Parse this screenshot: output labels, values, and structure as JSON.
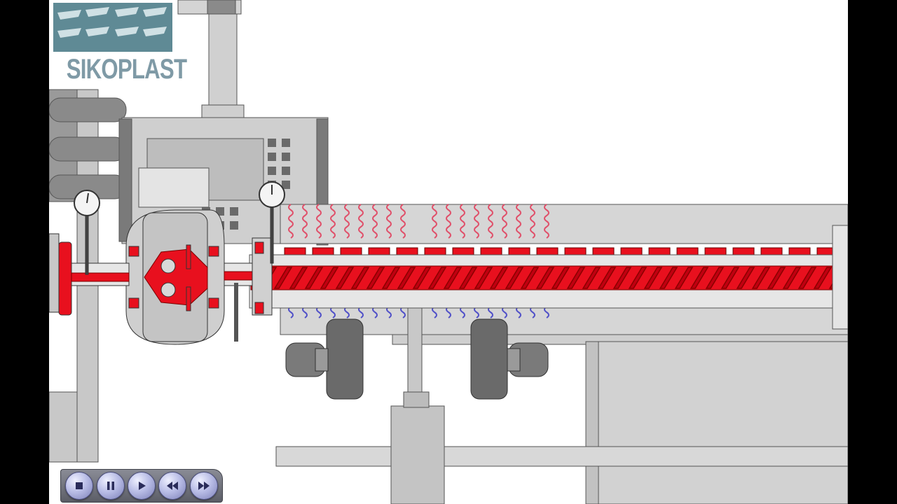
{
  "app": {
    "logo_text": "SIKOPLAST"
  },
  "colors": {
    "melt": "#e8101e",
    "machine_gray": "#d0d0d0",
    "dark_gray": "#6a6a6a",
    "heat_wave": "#e0506a",
    "cool_wave": "#5050c8"
  },
  "controls": [
    {
      "name": "stop-button",
      "icon": "stop-icon"
    },
    {
      "name": "pause-button",
      "icon": "pause-icon"
    },
    {
      "name": "play-button",
      "icon": "play-icon"
    },
    {
      "name": "rewind-button",
      "icon": "rewind-icon"
    },
    {
      "name": "fast-forward-button",
      "icon": "fast-forward-icon"
    }
  ]
}
